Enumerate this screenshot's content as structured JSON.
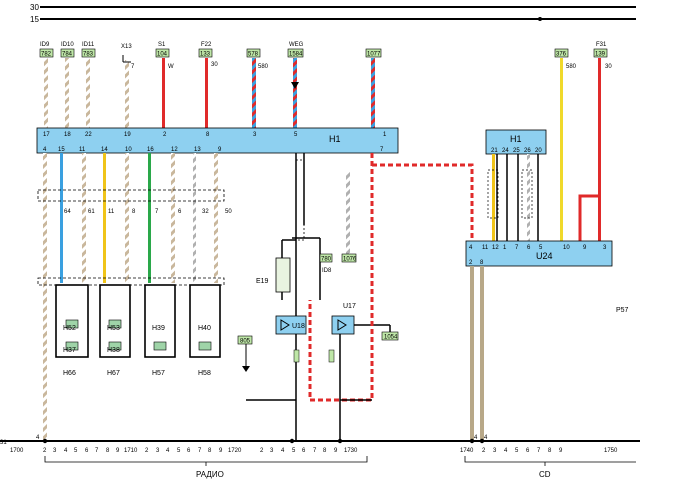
{
  "rails": {
    "top": "30",
    "second": "15",
    "left_edge": "31"
  },
  "top_connectors": [
    {
      "id": "ID9",
      "tag": "782"
    },
    {
      "id": "ID10",
      "tag": "784"
    },
    {
      "id": "ID11",
      "tag": "783"
    },
    {
      "id": "X13",
      "pin": "7"
    },
    {
      "id": "S1",
      "tag": "104",
      "suffix": "W"
    },
    {
      "id": "F22",
      "tag": "133",
      "suffix": "30"
    },
    {
      "tag": "578",
      "suffix": "580"
    },
    {
      "id": "WEG",
      "tag": "1584"
    },
    {
      "tag": "1077"
    },
    {
      "tag": "376",
      "suffix": "580"
    },
    {
      "id": "F31",
      "tag": "139",
      "suffix": "30"
    }
  ],
  "h1": {
    "label": "H1",
    "top_pins": [
      "17",
      "18",
      "22",
      "19",
      "2",
      "8",
      "3",
      "5",
      "1"
    ],
    "bottom_pins": [
      "4",
      "15",
      "11",
      "14",
      "10",
      "16",
      "12",
      "13",
      "9",
      "7"
    ]
  },
  "bus_pins": [
    "64",
    "61",
    "11",
    "8",
    "7",
    "6",
    "32",
    "50"
  ],
  "speakers": [
    "H52",
    "H53",
    "H39",
    "H40",
    "H37",
    "H38",
    "H66",
    "H67",
    "H57",
    "H58"
  ],
  "e19": "E19",
  "u18": "U18",
  "u17": "U17",
  "small_tags": {
    "t805": "805",
    "t1054": "1054",
    "t780": "780",
    "id8": "ID8",
    "t1076": "1076"
  },
  "h1_cd": {
    "label": "H1",
    "pins": [
      "21",
      "24",
      "25",
      "26",
      "20"
    ]
  },
  "u24": {
    "label": "U24",
    "top_pins": [
      "4",
      "11",
      "12",
      "1",
      "7",
      "6",
      "5",
      "10",
      "9",
      "3"
    ],
    "bottom_pins": [
      "2",
      "8"
    ]
  },
  "p57": "P57",
  "ruler": {
    "prefix": "1700",
    "digits_left": [
      "2",
      "3",
      "4",
      "5",
      "6",
      "7",
      "8",
      "9",
      "2",
      "3",
      "4",
      "5",
      "6",
      "7",
      "8",
      "9",
      "2",
      "3",
      "4",
      "5",
      "6",
      "7",
      "8",
      "9"
    ],
    "mark_labels": [
      "1710",
      "1720",
      "1730"
    ],
    "mark_740": "1740",
    "digits_right": [
      "2",
      "3",
      "4",
      "5",
      "6",
      "7",
      "8",
      "9"
    ],
    "mark_1750": "1750",
    "section_left": "РАДИО",
    "section_right": "CD"
  },
  "bottom_pin_labels": [
    "4",
    "4",
    "4"
  ]
}
